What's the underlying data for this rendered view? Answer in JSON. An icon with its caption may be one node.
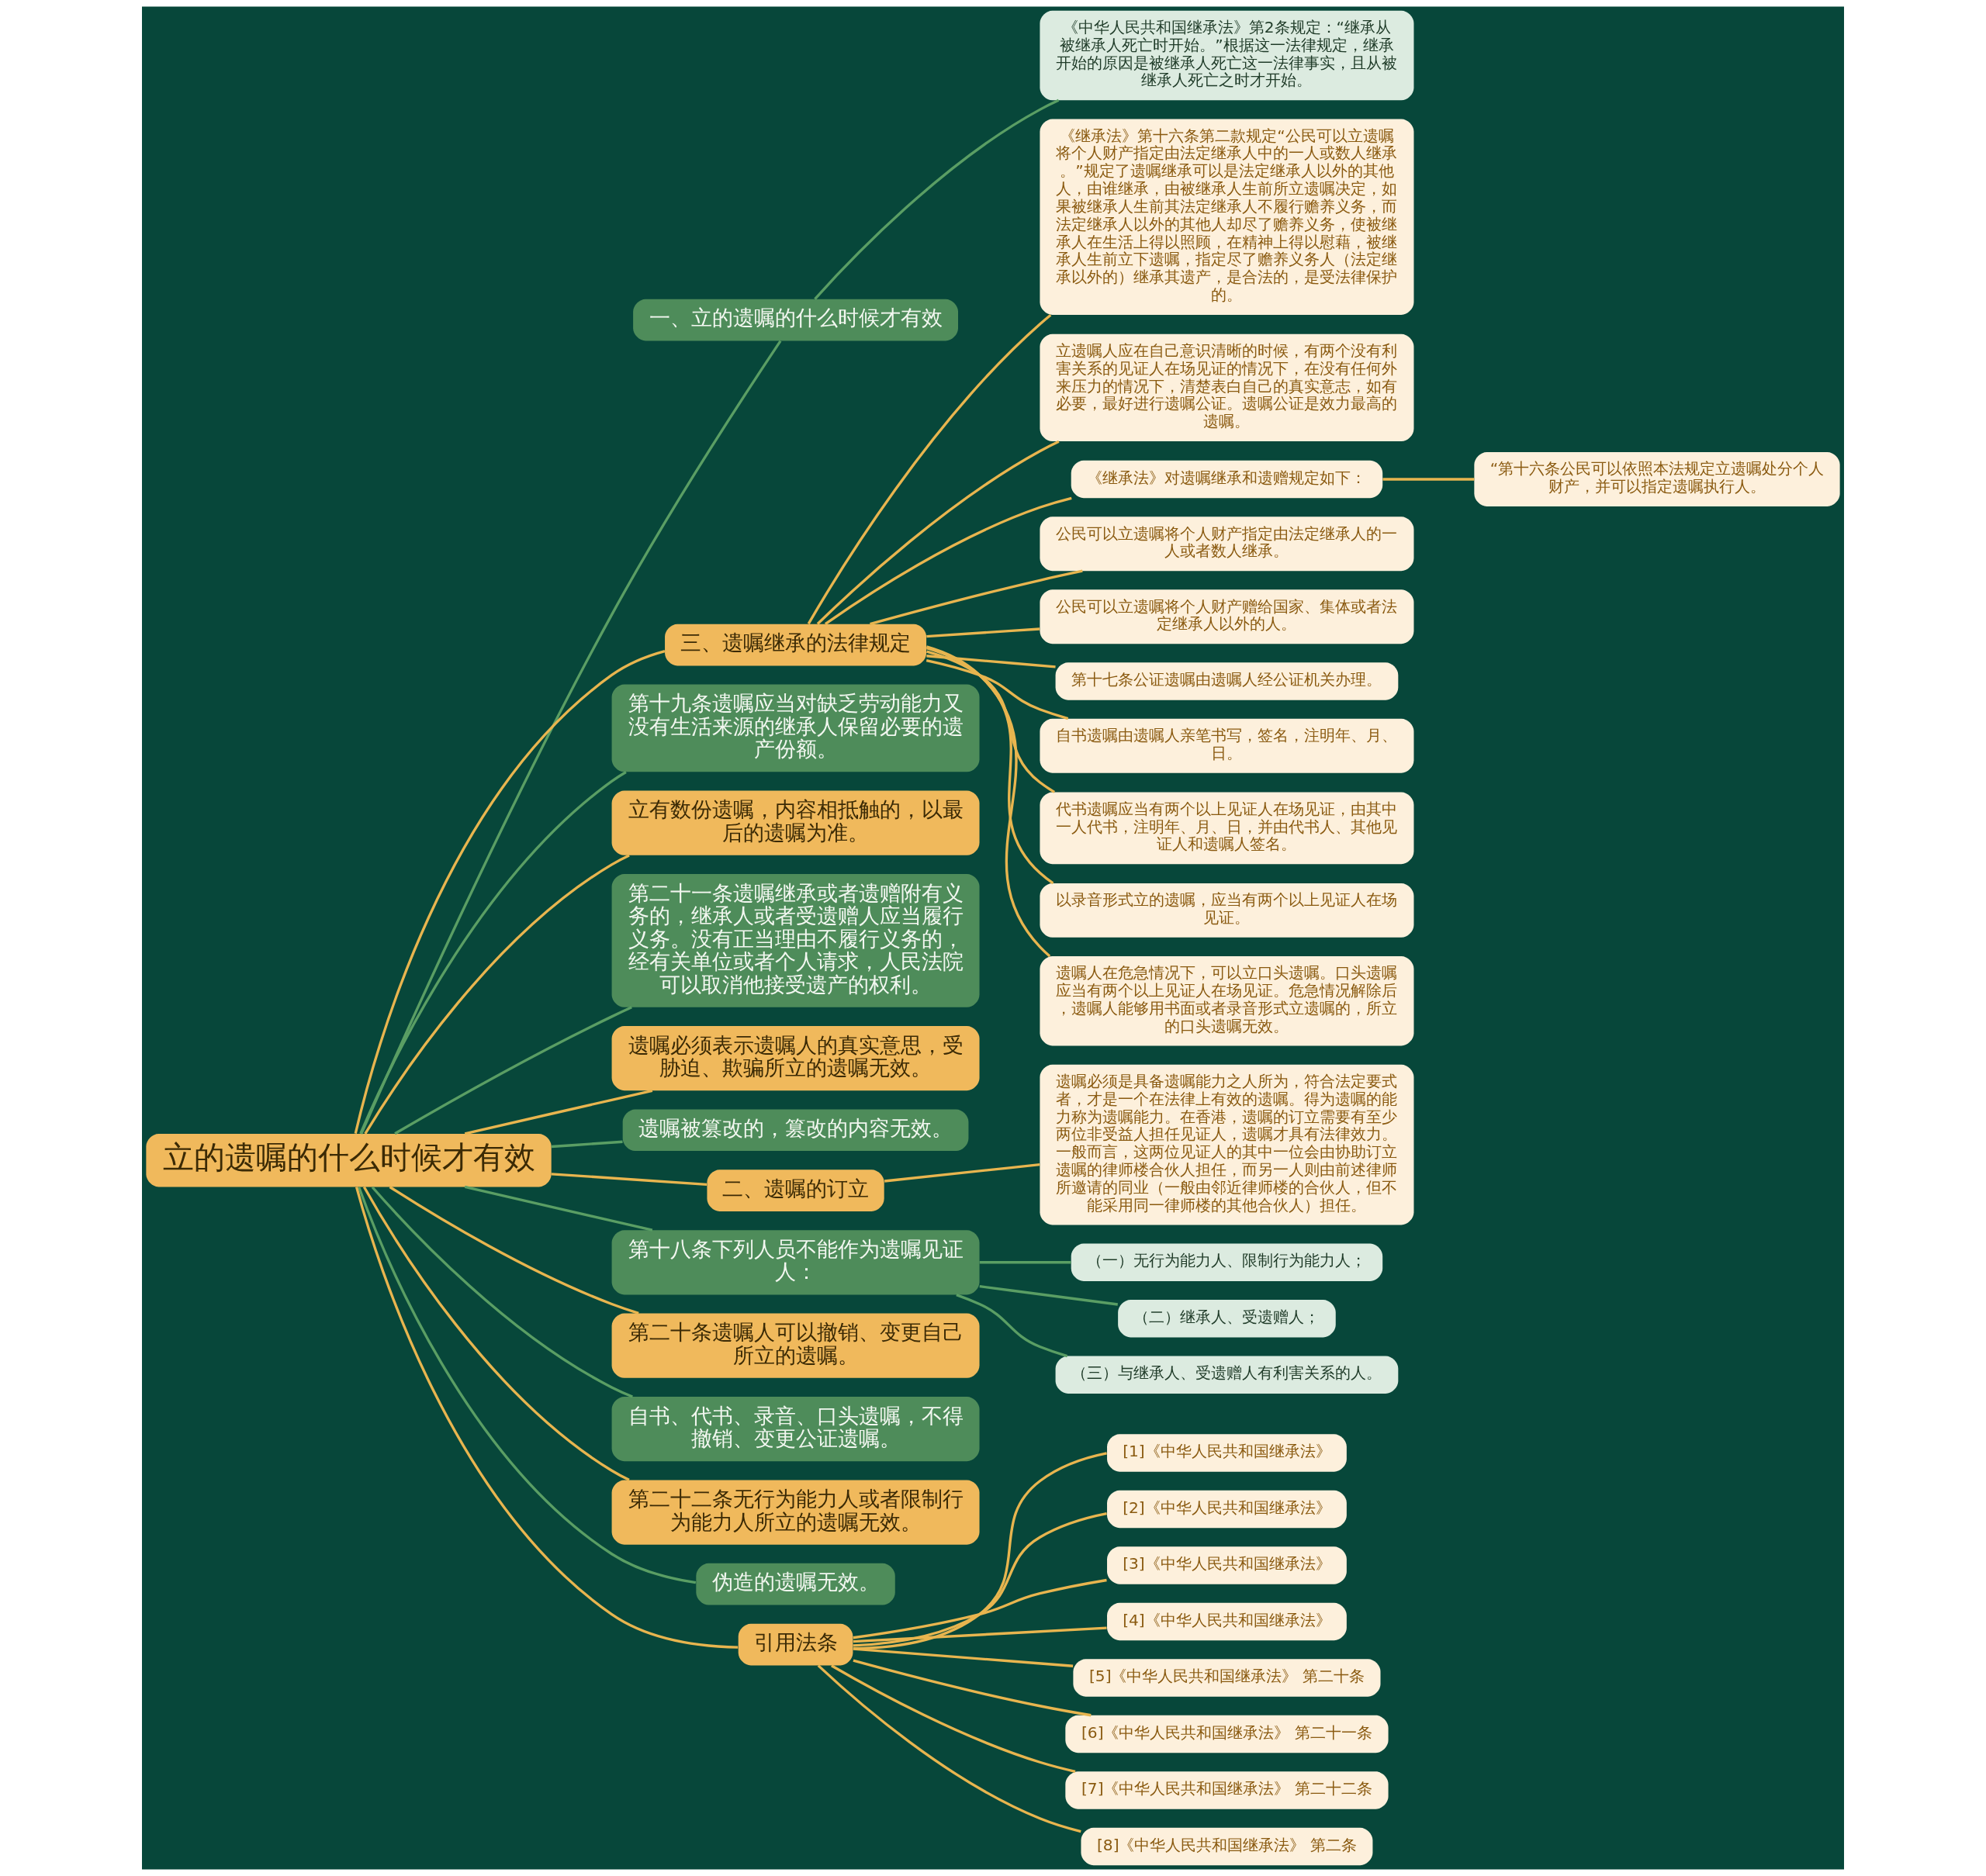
{
  "diagram": {
    "nodes": [
      {
        "text": [
          "立的遗嘱的什么时候才有效"
        ]
      },
      {
        "text": [
          "一、立的遗嘱的什么时候才有效"
        ]
      },
      {
        "text": [
          "《中华人民共和国继承法》第2条规定：“继承从被继承人死亡时开始。”根据这一法律规定，继承开始的原因是被继承人死亡这一法律事实，且从被继承人死亡之时才开始。"
        ]
      },
      {
        "text": [
          "三、遗嘱继承的法律规定"
        ]
      },
      {
        "text": [
          "《继承法》第十六条第二款规定“公民可以立遗嘱将个人财产指定由法定继承人中的一人或数人继承。”规定了遗嘱继承可以是法定继承人以外的其他人，由谁继承，由被继承人生前所立遗嘱决定，如果被继承人生前其法定继承人不履行赡养义务，而法定继承人以外的其他人却尽了赡养义务，使被继承人在生活上得以照顾，在精神上得以慰藉，被继承人生前立下遗嘱，指定尽了赡养义务人（法定继承以外的）继承其遗产，是合法的，是受法律保护的。"
        ]
      },
      {
        "text": [
          "立遗嘱人应在自己意识清晰的时候，有两个没有利害关系的见证人在场见证的情况下，在没有任何外来压力的情况下，清楚表白自己的真实意志，如有必要，最好进行遗嘱公证。遗嘱公证是效力最高的遗嘱。"
        ]
      },
      {
        "text": [
          "《继承法》对遗嘱继承和遗赠规定如下："
        ]
      },
      {
        "text": [
          "“第十六条公民可以依照本法规定立遗嘱处分个人财产，并可以指定遗嘱执行人。"
        ]
      },
      {
        "text": [
          "公民可以立遗嘱将个人财产指定由法定继承人的一人或者数人继承。"
        ]
      },
      {
        "text": [
          "公民可以立遗嘱将个人财产赠给国家、集体或者法定继承人以外的人。"
        ]
      },
      {
        "text": [
          "第十七条公证遗嘱由遗嘱人经公证机关办理。"
        ]
      },
      {
        "text": [
          "自书遗嘱由遗嘱人亲笔书写，签名，注明年、月、日。"
        ]
      },
      {
        "text": [
          "代书遗嘱应当有两个以上见证人在场见证，由其中一人代书，注明年、月、日，并由代书人、其他见证人和遗嘱人签名。"
        ]
      },
      {
        "text": [
          "以录音形式立的遗嘱，应当有两个以上见证人在场见证。"
        ]
      },
      {
        "text": [
          "遗嘱人在危急情况下，可以立口头遗嘱。口头遗嘱应当有两个以上见证人在场见证。危急情况解除后，遗嘱人能够用书面或者录音形式立遗嘱的，所立的口头遗嘱无效。"
        ]
      },
      {
        "text": [
          "第十九条遗嘱应当对缺乏劳动能力又没有生活来源的继承人保留必要的遗产份额。"
        ]
      },
      {
        "text": [
          "立有数份遗嘱，内容相抵触的，以最后的遗嘱为准。"
        ]
      },
      {
        "text": [
          "第二十一条遗嘱继承或者遗赠附有义务的，继承人或者受遗赠人应当履行义务。没有正当理由不履行义务的，经有关单位或者个人请求，人民法院可以取消他接受遗产的权利。"
        ]
      },
      {
        "text": [
          "遗嘱必须表示遗嘱人的真实意思，受胁迫、欺骗所立的遗嘱无效。"
        ]
      },
      {
        "text": [
          "遗嘱被篡改的，篡改的内容无效。"
        ]
      },
      {
        "text": [
          "二、遗嘱的订立"
        ]
      },
      {
        "text": [
          "遗嘱必须是具备遗嘱能力之人所为，符合法定要式者，才是一个在法律上有效的遗嘱。得为遗嘱的能力称为遗嘱能力。在香港，遗嘱的订立需要有至少两位非受益人担任见证人，遗嘱才具有法律效力。一般而言，这两位见证人的其中一位会由协助订立遗嘱的律师楼合伙人担任，而另一人则由前述律师所邀请的同业（一般由邻近律师楼的合伙人，但不能采用同一律师楼的其他合伙人）担任。"
        ]
      },
      {
        "text": [
          "第十八条下列人员不能作为遗嘱见证人："
        ]
      },
      {
        "text": [
          "（一）无行为能力人、限制行为能力人；"
        ]
      },
      {
        "text": [
          "（二）继承人、受遗赠人；"
        ]
      },
      {
        "text": [
          "（三）与继承人、受遗赠人有利害关系的人。"
        ]
      },
      {
        "text": [
          "第二十条遗嘱人可以撤销、变更自己所立的遗嘱。"
        ]
      },
      {
        "text": [
          "自书、代书、录音、口头遗嘱，不得撤销、变更公证遗嘱。"
        ]
      },
      {
        "text": [
          "第二十二条无行为能力人或者限制行为能力人所立的遗嘱无效。"
        ]
      },
      {
        "text": [
          "伪造的遗嘱无效。"
        ]
      },
      {
        "text": [
          "引用法条"
        ]
      },
      {
        "text": [
          "[1]《中华人民共和国继承法》"
        ]
      },
      {
        "text": [
          "[2]《中华人民共和国继承法》"
        ]
      },
      {
        "text": [
          "[3]《中华人民共和国继承法》"
        ]
      },
      {
        "text": [
          "[4]《中华人民共和国继承法》"
        ]
      },
      {
        "text": [
          "[5]《中华人民共和国继承法》 第二十条"
        ]
      },
      {
        "text": [
          "[6]《中华人民共和国继承法》 第二十一条"
        ]
      },
      {
        "text": [
          "[7]《中华人民共和国继承法》 第二十二条"
        ]
      },
      {
        "text": [
          "[8]《中华人民共和国继承法》 第二条"
        ]
      }
    ],
    "edges": [
      {
        "from": 0,
        "to": 1,
        "arrow": "none",
        "color": "#5a9e64"
      },
      {
        "from": 1,
        "to": 2,
        "arrow": "none",
        "color": "#5a9e64"
      },
      {
        "from": 0,
        "to": 3,
        "arrow": "none"
      },
      {
        "from": 3,
        "to": 4,
        "arrow": "none"
      },
      {
        "from": 3,
        "to": 5,
        "arrow": "none"
      },
      {
        "from": 3,
        "to": 6,
        "arrow": "none"
      },
      {
        "from": 6,
        "to": 7,
        "arrow": "none"
      },
      {
        "from": 3,
        "to": 8,
        "arrow": "none"
      },
      {
        "from": 3,
        "to": 9,
        "arrow": "none"
      },
      {
        "from": 3,
        "to": 10,
        "arrow": "none"
      },
      {
        "from": 3,
        "to": 11,
        "arrow": "none"
      },
      {
        "from": 3,
        "to": 12,
        "arrow": "none"
      },
      {
        "from": 3,
        "to": 13,
        "arrow": "none"
      },
      {
        "from": 3,
        "to": 14,
        "arrow": "none"
      },
      {
        "from": 0,
        "to": 15,
        "arrow": "none",
        "color": "#5a9e64"
      },
      {
        "from": 0,
        "to": 16,
        "arrow": "none"
      },
      {
        "from": 0,
        "to": 17,
        "arrow": "none",
        "color": "#5a9e64"
      },
      {
        "from": 0,
        "to": 18,
        "arrow": "none"
      },
      {
        "from": 0,
        "to": 19,
        "arrow": "none",
        "color": "#5a9e64"
      },
      {
        "from": 0,
        "to": 20,
        "arrow": "none"
      },
      {
        "from": 20,
        "to": 21,
        "arrow": "none"
      },
      {
        "from": 0,
        "to": 22,
        "arrow": "none",
        "color": "#5a9e64"
      },
      {
        "from": 22,
        "to": 23,
        "arrow": "none",
        "color": "#5a9e64"
      },
      {
        "from": 22,
        "to": 24,
        "arrow": "none",
        "color": "#5a9e64"
      },
      {
        "from": 22,
        "to": 25,
        "arrow": "none",
        "color": "#5a9e64"
      },
      {
        "from": 0,
        "to": 26,
        "arrow": "none"
      },
      {
        "from": 0,
        "to": 27,
        "arrow": "none",
        "color": "#5a9e64"
      },
      {
        "from": 0,
        "to": 28,
        "arrow": "none"
      },
      {
        "from": 0,
        "to": 29,
        "arrow": "none",
        "color": "#5a9e64"
      },
      {
        "from": 0,
        "to": 30,
        "arrow": "none"
      },
      {
        "from": 30,
        "to": 31,
        "arrow": "none"
      },
      {
        "from": 30,
        "to": 32,
        "arrow": "none"
      },
      {
        "from": 30,
        "to": 33,
        "arrow": "none"
      },
      {
        "from": 30,
        "to": 34,
        "arrow": "none"
      },
      {
        "from": 30,
        "to": 35,
        "arrow": "none"
      },
      {
        "from": 30,
        "to": 36,
        "arrow": "none"
      },
      {
        "from": 30,
        "to": 37,
        "arrow": "none"
      },
      {
        "from": 30,
        "to": 38,
        "arrow": "none"
      }
    ]
  }
}
